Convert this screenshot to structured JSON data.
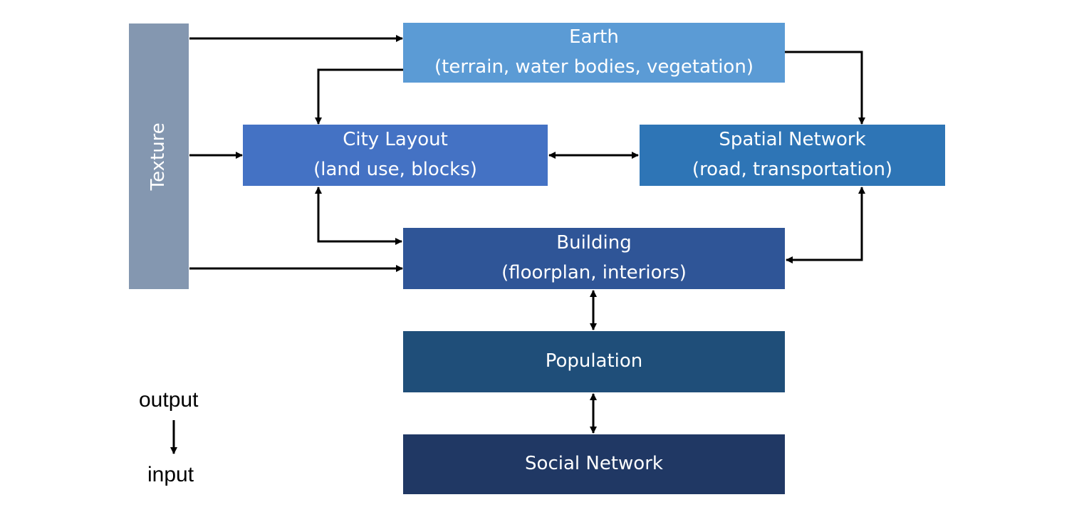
{
  "nodes": {
    "earth": {
      "title": "Earth",
      "subtitle": "(terrain, water bodies, vegetation)",
      "color": "#5B9BD5"
    },
    "city": {
      "title": "City Layout",
      "subtitle": "(land use, blocks)",
      "color": "#4472C4"
    },
    "spatial": {
      "title": "Spatial Network",
      "subtitle": "(road, transportation)",
      "color": "#2E75B6"
    },
    "building": {
      "title": "Building",
      "subtitle": "(floorplan,  interiors)",
      "color": "#2F5597"
    },
    "population": {
      "title": "Population",
      "color": "#1F4E79"
    },
    "social": {
      "title": "Social Network",
      "color": "#203864"
    },
    "texture": {
      "title": "Texture",
      "color": "#8497B0"
    }
  },
  "edges": [
    {
      "from": "texture",
      "to": "earth",
      "direction": "forward"
    },
    {
      "from": "texture",
      "to": "city",
      "direction": "forward"
    },
    {
      "from": "texture",
      "to": "building",
      "direction": "forward"
    },
    {
      "from": "earth",
      "to": "city",
      "direction": "forward"
    },
    {
      "from": "earth",
      "to": "spatial",
      "direction": "forward"
    },
    {
      "from": "city",
      "to": "spatial",
      "direction": "both"
    },
    {
      "from": "city",
      "to": "building",
      "direction": "both"
    },
    {
      "from": "spatial",
      "to": "building",
      "direction": "both"
    },
    {
      "from": "building",
      "to": "population",
      "direction": "both"
    },
    {
      "from": "population",
      "to": "social",
      "direction": "both"
    }
  ],
  "legend": {
    "output_label": "output",
    "input_label": "input"
  },
  "colors": {
    "arrow": "#000000",
    "text": "#FFFFFF"
  }
}
